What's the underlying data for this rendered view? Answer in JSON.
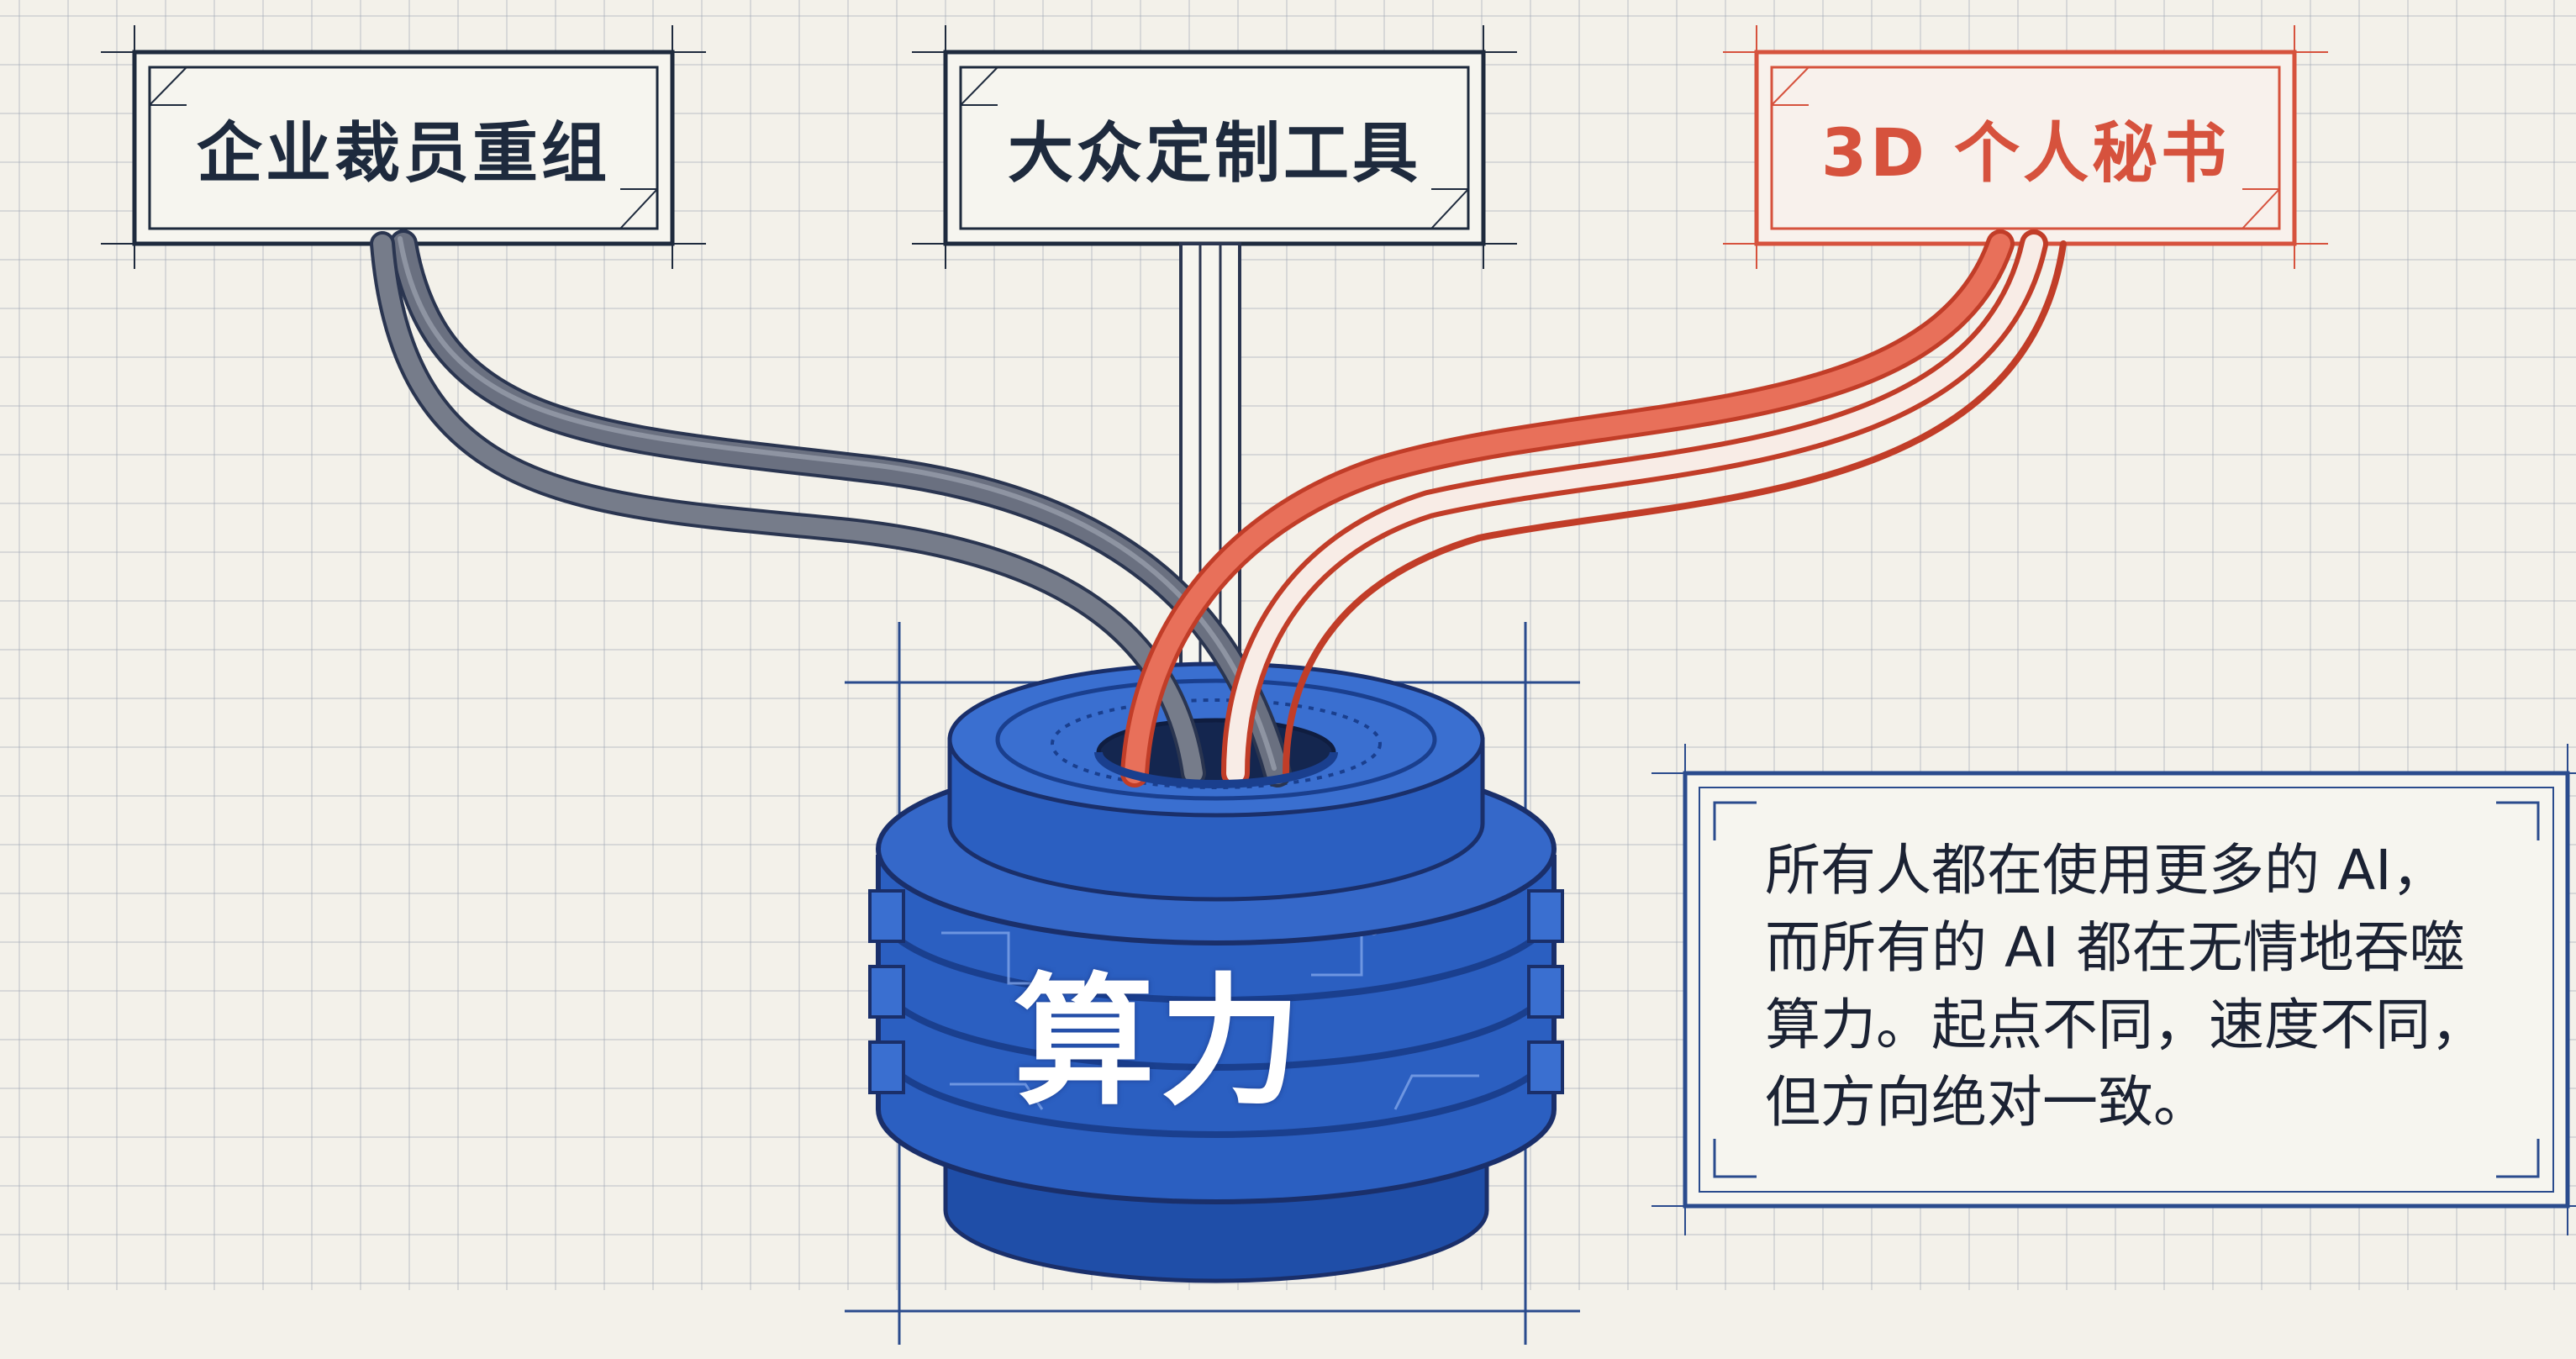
{
  "labels": {
    "left": "企业裁员重组",
    "middle": "大众定制工具",
    "right": "3D 个人秘书"
  },
  "core": {
    "label": "算力"
  },
  "note": {
    "lines": [
      "所有人都在使用更多的 AI，",
      "而所有的 AI 都在无情地吞噬",
      "算力。起点不同，速度不同，",
      "但方向绝对一致。"
    ]
  },
  "colors": {
    "paper": "#f3f1ea",
    "ink_dark": "#1e2a3d",
    "ink_blue": "#2a4b8d",
    "core_blue": "#2b5fc1",
    "accent_red": "#d6523d",
    "cable_grey": "#5b6170"
  }
}
